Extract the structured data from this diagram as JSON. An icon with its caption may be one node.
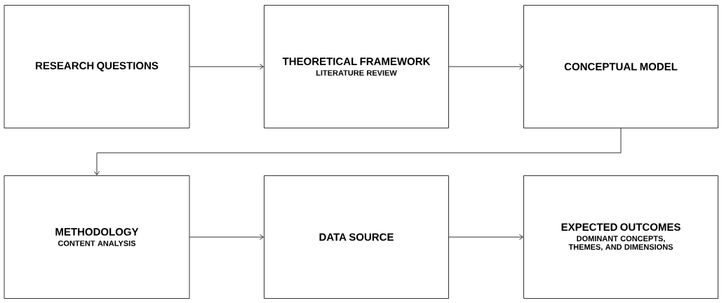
{
  "diagram": {
    "nodes": [
      {
        "text": [
          "RESEARCH QUESTIONS"
        ]
      },
      {
        "text": [
          "THEORETICAL FRAMEWORK",
          "LITERATURE REVIEW"
        ]
      },
      {
        "text": [
          "CONCEPTUAL MODEL"
        ]
      },
      {
        "text": [
          "METHODOLOGY",
          "CONTENT ANALYSIS"
        ]
      },
      {
        "text": [
          "DATA SOURCE"
        ]
      },
      {
        "text": [
          "EXPECTED OUTCOMES",
          "DOMINANT CONCEPTS, THEMES, AND DIMENSIONS"
        ]
      }
    ],
    "edges": [
      {
        "from": 0,
        "to": 1,
        "arrow": "to"
      },
      {
        "from": 1,
        "to": 2,
        "arrow": "to"
      },
      {
        "from": 2,
        "to": 3,
        "arrow": "to"
      },
      {
        "from": 3,
        "to": 4,
        "arrow": "to"
      },
      {
        "from": 4,
        "to": 5,
        "arrow": "to"
      }
    ]
  }
}
